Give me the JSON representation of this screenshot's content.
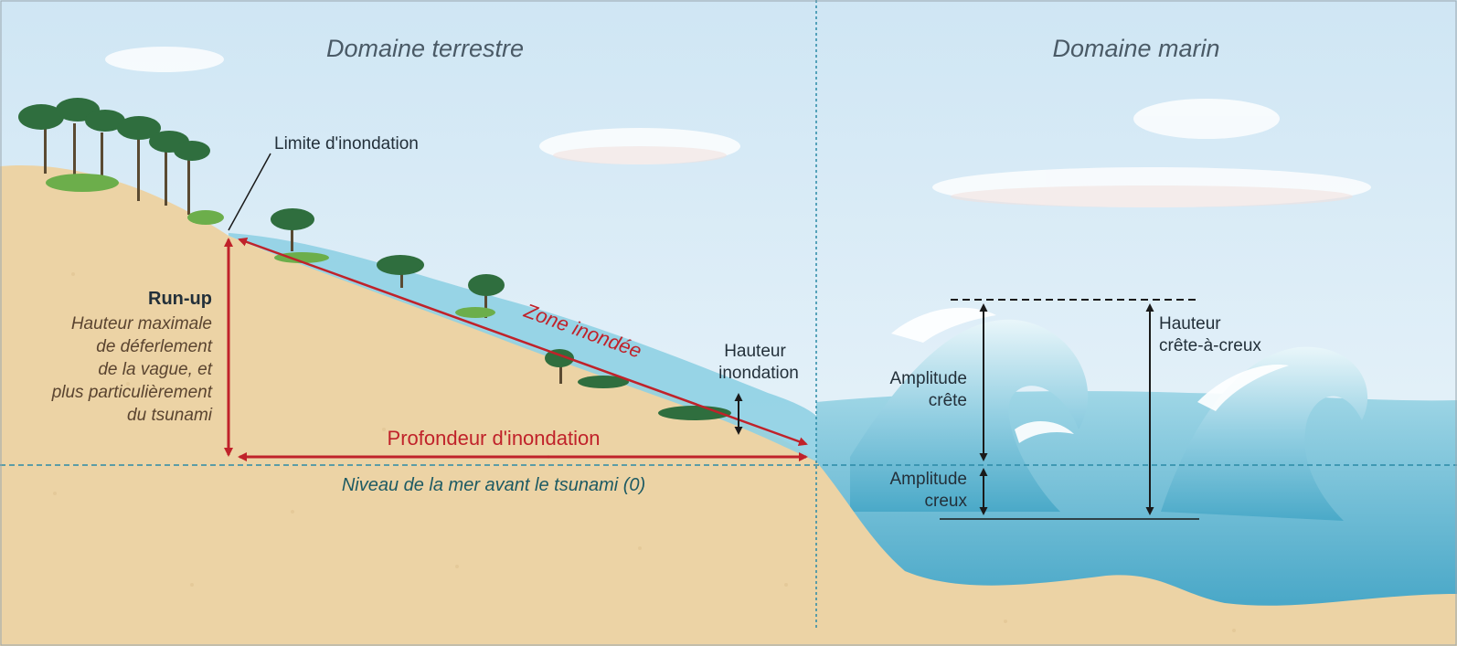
{
  "diagram": {
    "domains": {
      "land": "Domaine terrestre",
      "sea": "Domaine marin"
    },
    "labels": {
      "inundation_limit": "Limite d'inondation",
      "runup_title": "Run-up",
      "runup_desc": [
        "Hauteur maximale",
        "de déferlement",
        "de la vague, et",
        "plus particulièrement",
        "du tsunami"
      ],
      "flooded_zone": "Zone inondée",
      "inundation_height": [
        "Hauteur",
        "inondation"
      ],
      "inundation_depth": "Profondeur d'inondation",
      "sea_level": "Niveau de la mer avant le tsunami (0)",
      "crest_amplitude": [
        "Amplitude",
        "crête"
      ],
      "trough_amplitude": [
        "Amplitude",
        "creux"
      ],
      "crest_to_trough": [
        "Hauteur",
        "crête-à-creux"
      ]
    },
    "colors": {
      "sky": "#dcedf7",
      "sand": "#ecd3a5",
      "water": "#7fc6db",
      "arrow_red": "#c0222a",
      "guide_blue": "#2b8aa6",
      "dark_arrow": "#1a1a1a"
    }
  }
}
